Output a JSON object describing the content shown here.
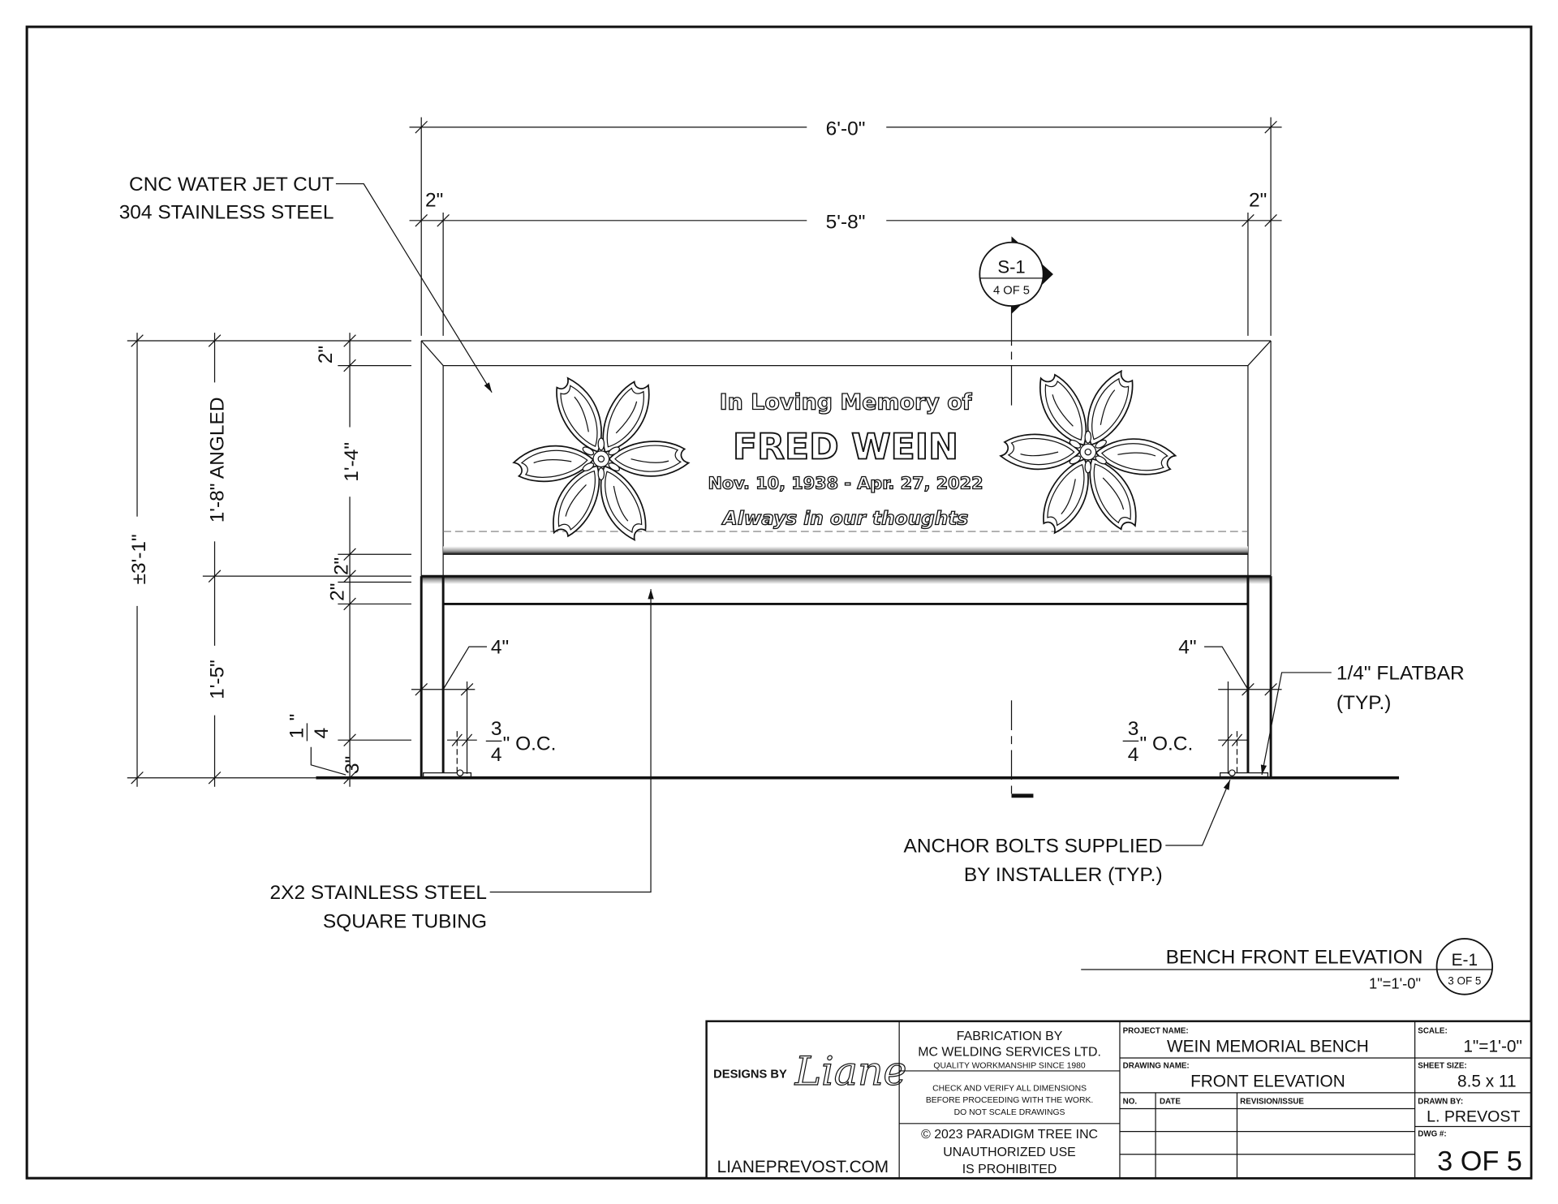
{
  "dimensions": {
    "overall_width": "6'-0\"",
    "inner_width": "5'-8\"",
    "left_margin": "2\"",
    "right_margin": "2\"",
    "overall_height": "±3'-1\"",
    "back_height": "1'-8\" ANGLED",
    "leg_height": "1'-5\"",
    "top_frame": "2\"",
    "panel_height": "1'-4\"",
    "rail_upper": "2\"",
    "rail_lower": "2\"",
    "plate_num": "1",
    "plate_den": "4",
    "plate_inch": "\"",
    "base_offset": "3\"",
    "leg_left": "4\"",
    "leg_right": "4\"",
    "oc_num": "3",
    "oc_den": "4",
    "oc_suffix": "\" O.C."
  },
  "plaque": {
    "line1": "In Loving Memory of",
    "name": "FRED WEIN",
    "dates": "Nov. 10, 1938 - Apr. 27, 2022",
    "line4": "Always in our thoughts"
  },
  "section_marker": {
    "id": "S-1",
    "sheet": "4 OF 5"
  },
  "callouts": {
    "cnc_line1": "CNC WATER JET CUT",
    "cnc_line2": "304 STAINLESS STEEL",
    "tubing_line1": "2X2 STAINLESS STEEL",
    "tubing_line2": "SQUARE TUBING",
    "anchor_line1": "ANCHOR BOLTS SUPPLIED",
    "anchor_line2": "BY INSTALLER (TYP.)",
    "flatbar_line1": "1/4\" FLATBAR",
    "flatbar_line2": "(TYP.)"
  },
  "view_title": {
    "title": "BENCH FRONT ELEVATION",
    "scale": "1\"=1'-0\"",
    "marker_id": "E-1",
    "marker_sheet": "3 OF 5"
  },
  "title_block": {
    "logo_designs_by": "DESIGNS BY",
    "logo_script": "Liane",
    "website": "LIANEPREVOST.COM",
    "fab_line1": "FABRICATION BY",
    "fab_line2": "MC WELDING SERVICES LTD.",
    "fab_line3": "QUALITY WORKMANSHIP SINCE 1980",
    "note_line1": "CHECK AND VERIFY ALL DIMENSIONS",
    "note_line2": "BEFORE PROCEEDING WITH THE WORK.",
    "note_line3": "DO NOT SCALE DRAWINGS",
    "copy_line1": "© 2023 PARADIGM TREE INC",
    "copy_line2": "UNAUTHORIZED USE",
    "copy_line3": "IS PROHIBITED",
    "project_label": "PROJECT NAME:",
    "project_name": "WEIN MEMORIAL BENCH",
    "drawing_label": "DRAWING NAME:",
    "drawing_name": "FRONT ELEVATION",
    "col_no": "NO.",
    "col_date": "DATE",
    "col_revision": "REVISION/ISSUE",
    "scale_label": "SCALE:",
    "scale_value": "1\"=1'-0\"",
    "sheet_label": "SHEET SIZE:",
    "sheet_value": "8.5 x 11",
    "drawn_label": "DRAWN BY:",
    "drawn_value": "L. PREVOST",
    "dwg_label": "DWG #:",
    "dwg_value": "3 OF 5"
  }
}
